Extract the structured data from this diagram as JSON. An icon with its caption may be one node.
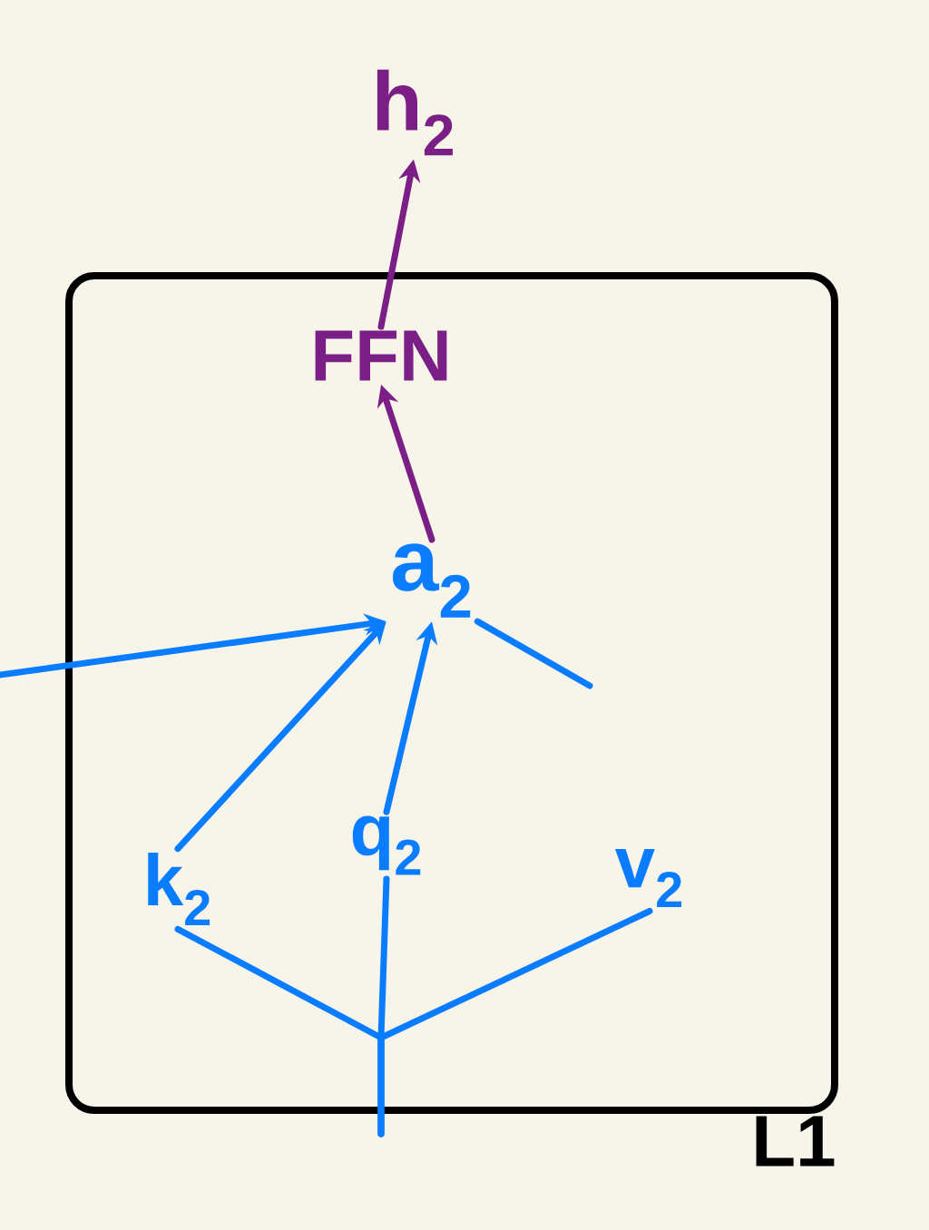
{
  "diagram": {
    "nodes": [
      {
        "text": [],
        "shape": "box",
        "beside": [
          "L1"
        ]
      },
      {
        "text": [
          "h$_{2}$"
        ]
      },
      {
        "text": [
          "FFN"
        ],
        "in": 0
      },
      {
        "text": [
          "a$_{2}$"
        ],
        "in": 0
      },
      {
        "text": [
          "k$_{2}$"
        ],
        "in": 0
      },
      {
        "text": [
          "q$_{2}$"
        ],
        "in": 0
      },
      {
        "text": [
          "v$_{2}$"
        ],
        "in": 0
      }
    ],
    "edges": [
      {
        "from": 3,
        "to": 2,
        "arrow": "to",
        "color": "#7b1f87"
      },
      {
        "from": 2,
        "to": 1,
        "arrow": "to",
        "color": "#7b1f87"
      },
      {
        "from": 5,
        "to": 3,
        "arrow": "to"
      },
      {
        "from": 4,
        "to": 3,
        "arrow": "to"
      },
      {
        "from": null,
        "to": 3,
        "arrow": "to"
      },
      {
        "from": 3,
        "to": null,
        "arrow": "none"
      },
      {
        "from": null,
        "to": 4,
        "arrow": "none"
      },
      {
        "from": null,
        "to": 5,
        "arrow": "none"
      },
      {
        "from": null,
        "to": 6,
        "arrow": "none"
      }
    ]
  }
}
